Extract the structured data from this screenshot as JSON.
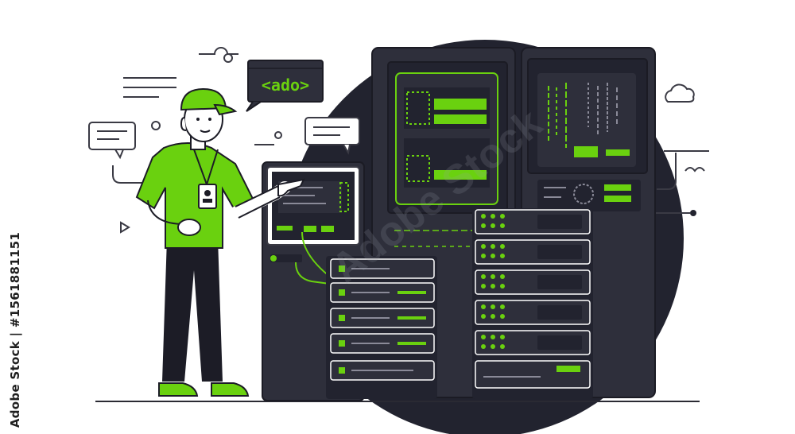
{
  "illustration": {
    "bubble_text": "<ado>",
    "watermark_text": "Adobe Stock",
    "side_id_text": "Adobe Stock | #1561881151"
  },
  "colors": {
    "accent_green": "#6ad10f",
    "dark_navy": "#22232f",
    "rack_panel": "#2e2f3b",
    "line_gray": "#3a3a44",
    "skin": "#ffffff"
  },
  "icons": [
    "cloud-icon",
    "play-icon",
    "chat-bubble-icon",
    "gear-icon"
  ]
}
